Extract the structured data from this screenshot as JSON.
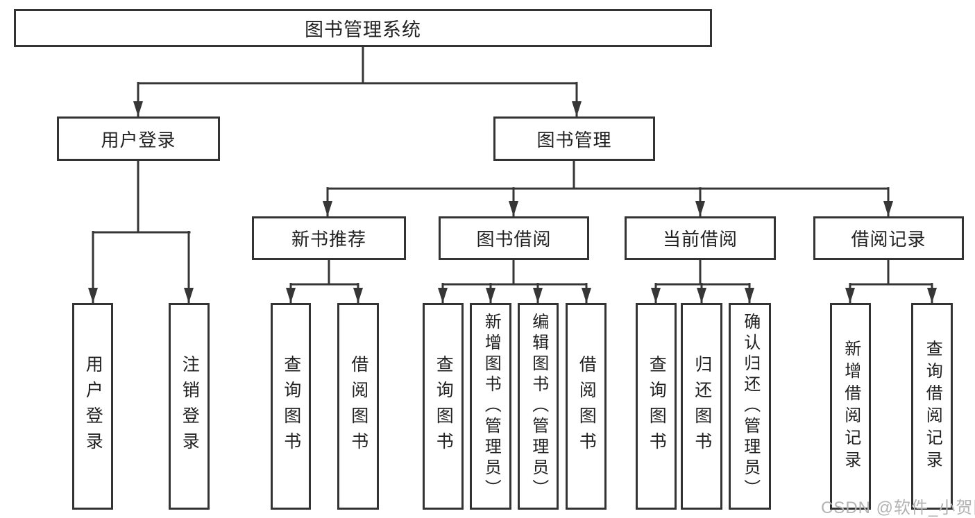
{
  "diagram_title": "图书管理系统",
  "tree": {
    "label": "图书管理系统",
    "children": [
      {
        "label": "用户登录",
        "children": [
          {
            "label": "用户登录"
          },
          {
            "label": "注销登录"
          }
        ]
      },
      {
        "label": "图书管理",
        "children": [
          {
            "label": "新书推荐",
            "children": [
              {
                "label": "查询图书"
              },
              {
                "label": "借阅图书"
              }
            ]
          },
          {
            "label": "图书借阅",
            "children": [
              {
                "label": "查询图书"
              },
              {
                "label": "新增图书（管理员）"
              },
              {
                "label": "编辑图书（管理员）"
              },
              {
                "label": "借阅图书"
              }
            ]
          },
          {
            "label": "当前借阅",
            "children": [
              {
                "label": "查询图书"
              },
              {
                "label": "归还图书"
              },
              {
                "label": "确认归还（管理员）"
              }
            ]
          },
          {
            "label": "借阅记录",
            "children": [
              {
                "label": "新增借阅记录"
              },
              {
                "label": "查询借阅记录"
              }
            ]
          }
        ]
      }
    ]
  },
  "watermark": {
    "text": "CSDN @软件_小贺同学"
  },
  "colors": {
    "line": "#363636",
    "box_border": "#333333",
    "text": "#212121",
    "watermark": "#b3b3b3",
    "background": "#ffffff"
  }
}
